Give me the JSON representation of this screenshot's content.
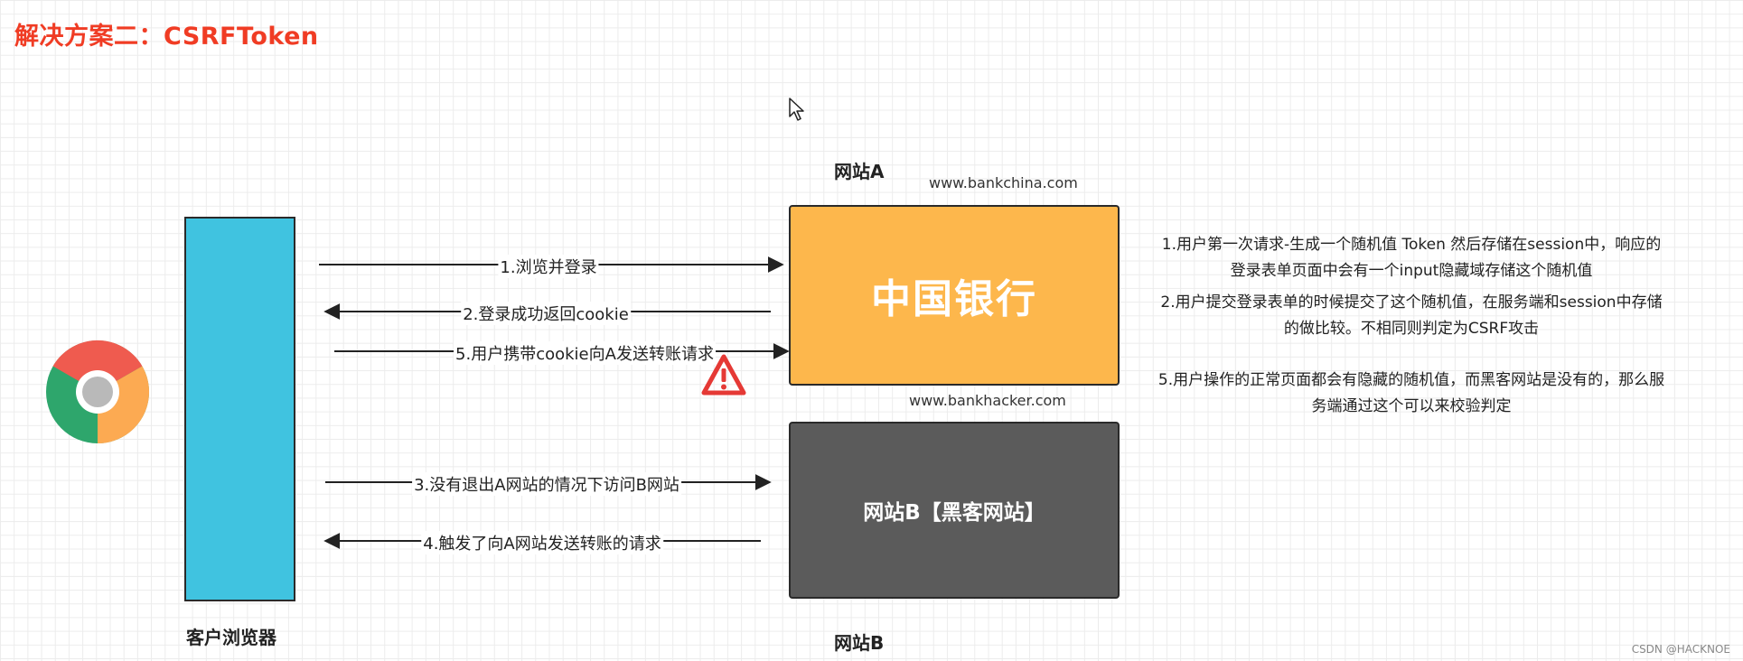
{
  "title": "解决方案二：CSRFToken",
  "browser": {
    "label": "客户浏览器"
  },
  "site_a": {
    "label": "网站A",
    "url": "www.bankchina.com",
    "name": "中国银行"
  },
  "site_b": {
    "label": "网站B",
    "url": "www.bankhacker.com",
    "name": "网站B【黑客网站】"
  },
  "arrows": [
    {
      "label": "1.浏览并登录"
    },
    {
      "label": "2.登录成功返回cookie"
    },
    {
      "label": "5.用户携带cookie向A发送转账请求"
    },
    {
      "label": "3.没有退出A网站的情况下访问B网站"
    },
    {
      "label": "4.触发了向A网站发送转账的请求"
    }
  ],
  "notes": [
    {
      "lines": [
        "1.用户第一次请求-生成一个随机值 Token 然后存储在session中，响应的",
        "登录表单页面中会有一个input隐藏域存储这个随机值"
      ]
    },
    {
      "lines": [
        "2.用户提交登录表单的时候提交了这个随机值，在服务端和session中存储",
        "的做比较。不相同则判定为CSRF攻击"
      ]
    },
    {
      "lines": [
        "5.用户操作的正常页面都会有隐藏的随机值，而黑客网站是没有的，那么服",
        "务端通过这个可以来校验判定"
      ]
    }
  ],
  "icons": [
    "chrome-icon",
    "warning-icon",
    "cursor-icon"
  ],
  "colors": {
    "title": "#f03c24",
    "browser_bar": "#40c3e0",
    "site_a_box": "#fdb74c",
    "site_b_box": "#5b5b5b",
    "warning": "#e53935"
  },
  "watermark": "CSDN @HACKNOE"
}
